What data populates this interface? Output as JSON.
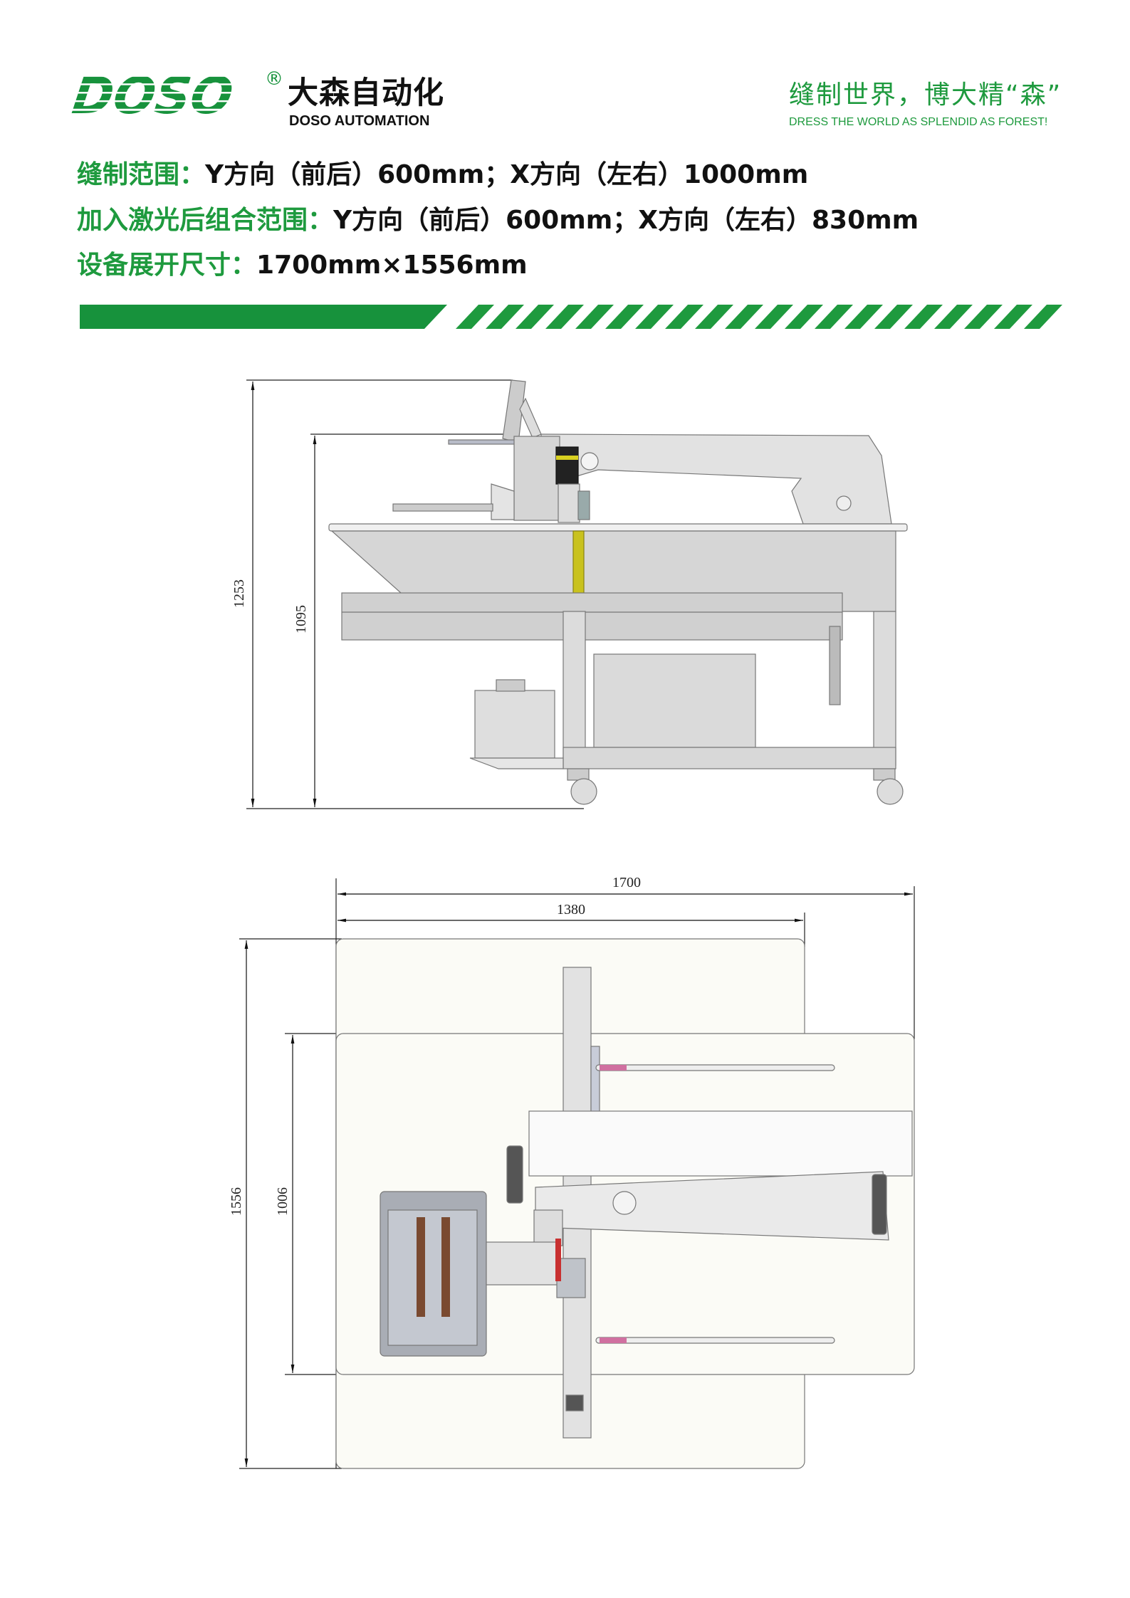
{
  "header": {
    "logo_text": "DOSO",
    "registered_mark": "®",
    "brand_cn": "大森自动化",
    "brand_en": "DOSO AUTOMATION",
    "slogan_cn": "缝制世界，博大精“森”",
    "slogan_en": "DRESS THE WORLD AS SPLENDID AS FOREST!"
  },
  "specs": [
    {
      "label": "缝制范围：",
      "value": "Y方向（前后）600mm；X方向（左右）1000mm"
    },
    {
      "label": "加入激光后组合范围：",
      "value": "Y方向（前后）600mm；X方向（左右）830mm"
    },
    {
      "label": "设备展开尺寸：",
      "value": "1700mm×1556mm"
    }
  ],
  "side_view": {
    "dim_total_height": "1253",
    "dim_table_height": "1095"
  },
  "top_view": {
    "dim_total_width": "1700",
    "dim_plate_width": "1380",
    "dim_total_depth": "1556",
    "dim_plate_depth": "1006"
  },
  "colors": {
    "brand_green": "#1e9a3e",
    "machine_gray": "#d9d9d9",
    "accent_yellow": "#c9c21e"
  }
}
